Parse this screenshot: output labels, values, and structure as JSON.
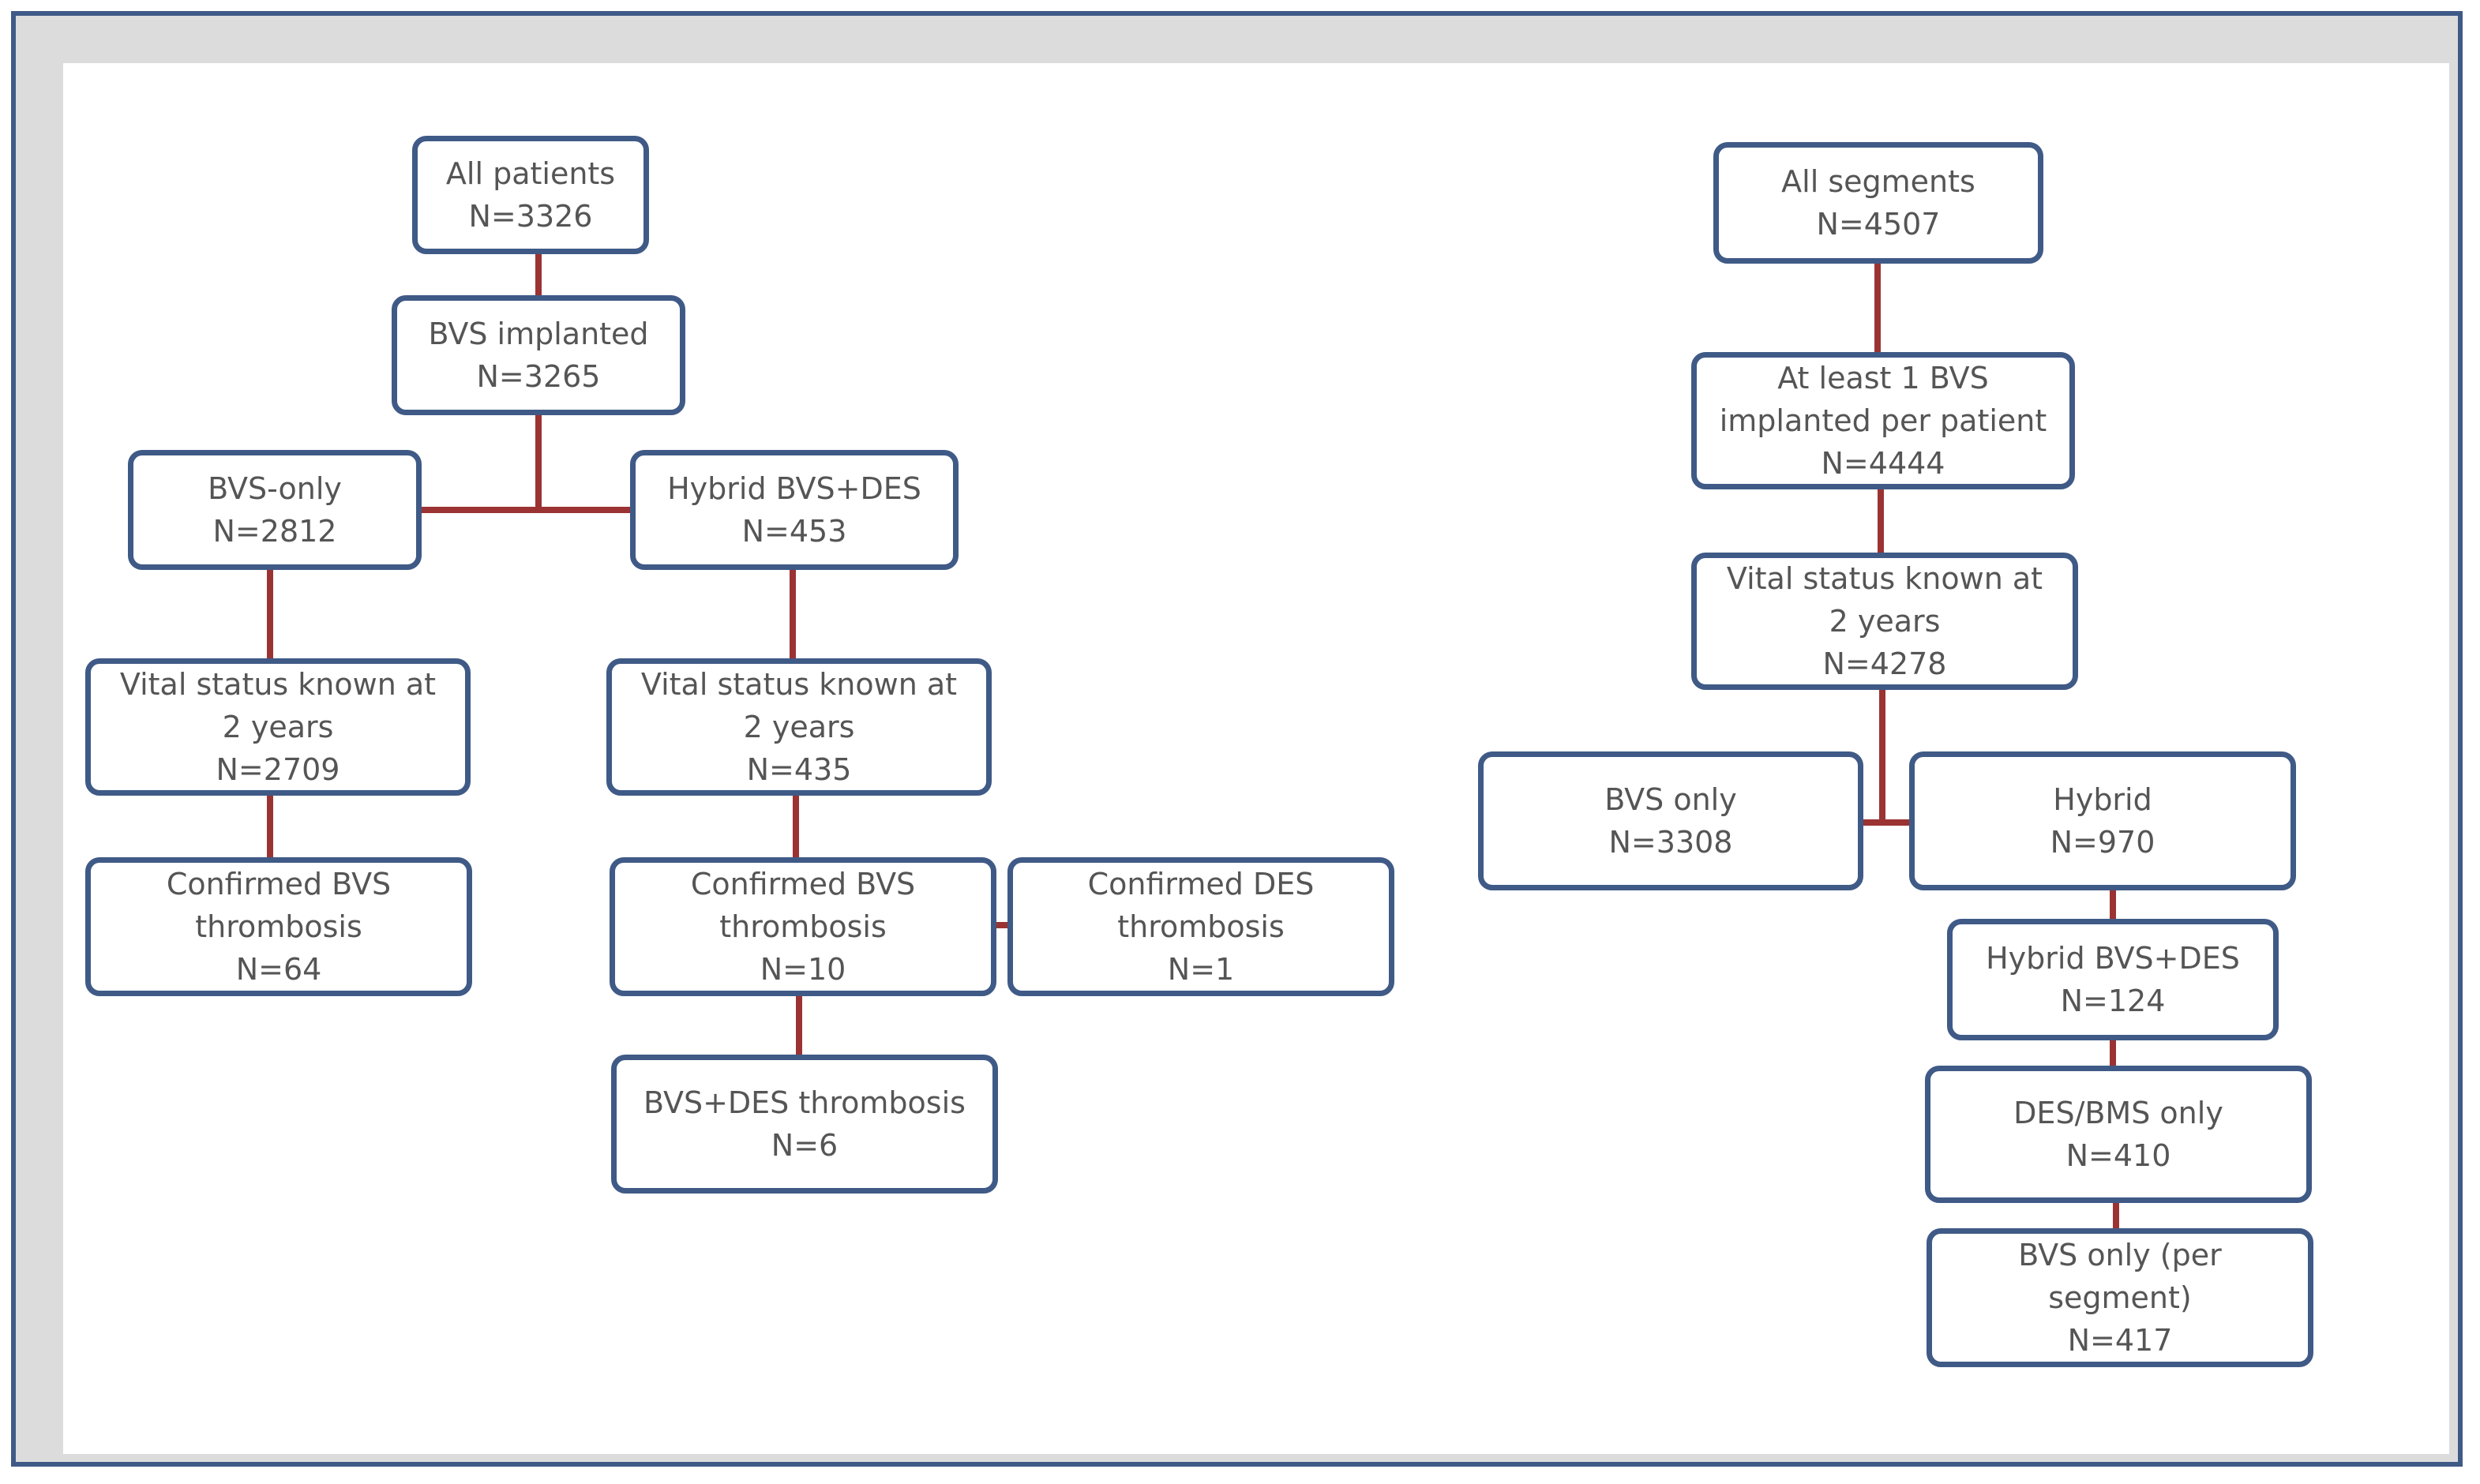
{
  "patients": {
    "all": {
      "l1": "All patients",
      "l2": "N=3326"
    },
    "bvs_implanted": {
      "l1": "BVS implanted",
      "l2": "N=3265"
    },
    "bvs_only": {
      "l1": "BVS-only",
      "l2": "N=2812"
    },
    "hybrid": {
      "l1": "Hybrid BVS+DES",
      "l2": "N=453"
    },
    "vital_bvs": {
      "l1": "Vital status known at",
      "l2": "2 years",
      "l3": "N=2709"
    },
    "vital_hybrid": {
      "l1": "Vital status known at",
      "l2": "2 years",
      "l3": "N=435"
    },
    "conf_bvs_left": {
      "l1": "Confirmed BVS",
      "l2": "thrombosis",
      "l3": "N=64"
    },
    "conf_bvs_hybrid": {
      "l1": "Confirmed BVS",
      "l2": "thrombosis",
      "l3": "N=10"
    },
    "conf_des": {
      "l1": "Confirmed DES",
      "l2": "thrombosis",
      "l3": "N=1"
    },
    "bvs_des_thrombosis": {
      "l1": "BVS+DES thrombosis",
      "l2": "N=6"
    }
  },
  "segments": {
    "all": {
      "l1": "All segments",
      "l2": "N=4507"
    },
    "atleast": {
      "l1": "At least 1 BVS",
      "l2": "implanted per patient",
      "l3": "N=4444"
    },
    "vital": {
      "l1": "Vital status known at",
      "l2": "2 years",
      "l3": "N=4278"
    },
    "bvs_only": {
      "l1": "BVS only",
      "l2": "N=3308"
    },
    "hybrid": {
      "l1": "Hybrid",
      "l2": "N=970"
    },
    "hybrid_bvs_des": {
      "l1": "Hybrid BVS+DES",
      "l2": "N=124"
    },
    "des_bms": {
      "l1": "DES/BMS only",
      "l2": "N=410"
    },
    "bvs_only_seg": {
      "l1": "BVS only (per",
      "l2": "segment)",
      "l3": "N=417"
    }
  },
  "colors": {
    "box_border": "#3f5a86",
    "connector": "#9b3333",
    "frame_bg": "#dcdcdc"
  }
}
